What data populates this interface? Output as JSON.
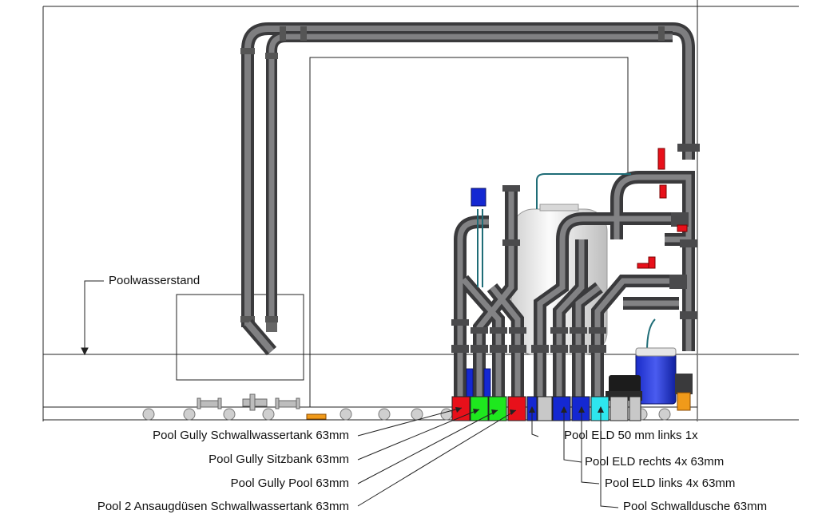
{
  "diagram": {
    "water_level_label": "Poolwasserstand",
    "left_labels": [
      "Pool Gully Schwallwassertank 63mm",
      "Pool Gully Sitzbank 63mm",
      "Pool Gully Pool 63mm",
      "Pool 2 Ansaugdüsen Schwallwassertank 63mm"
    ],
    "right_labels": [
      "Pool ELD 50 mm links 1x",
      "Pool ELD rechts 4x 63mm",
      "Pool ELD links 4x 63mm",
      "Pool Schwalldusche 63mm"
    ],
    "colors": {
      "pipe": "#5f5f61",
      "pipe_dark": "#3c3c3e",
      "red": "#e8101a",
      "green": "#1ee81e",
      "blue": "#1428d2",
      "cyan": "#2ee6ee",
      "grey": "#c8c8c8",
      "orange": "#f09a1a",
      "tank": "#f0f0f0"
    }
  }
}
